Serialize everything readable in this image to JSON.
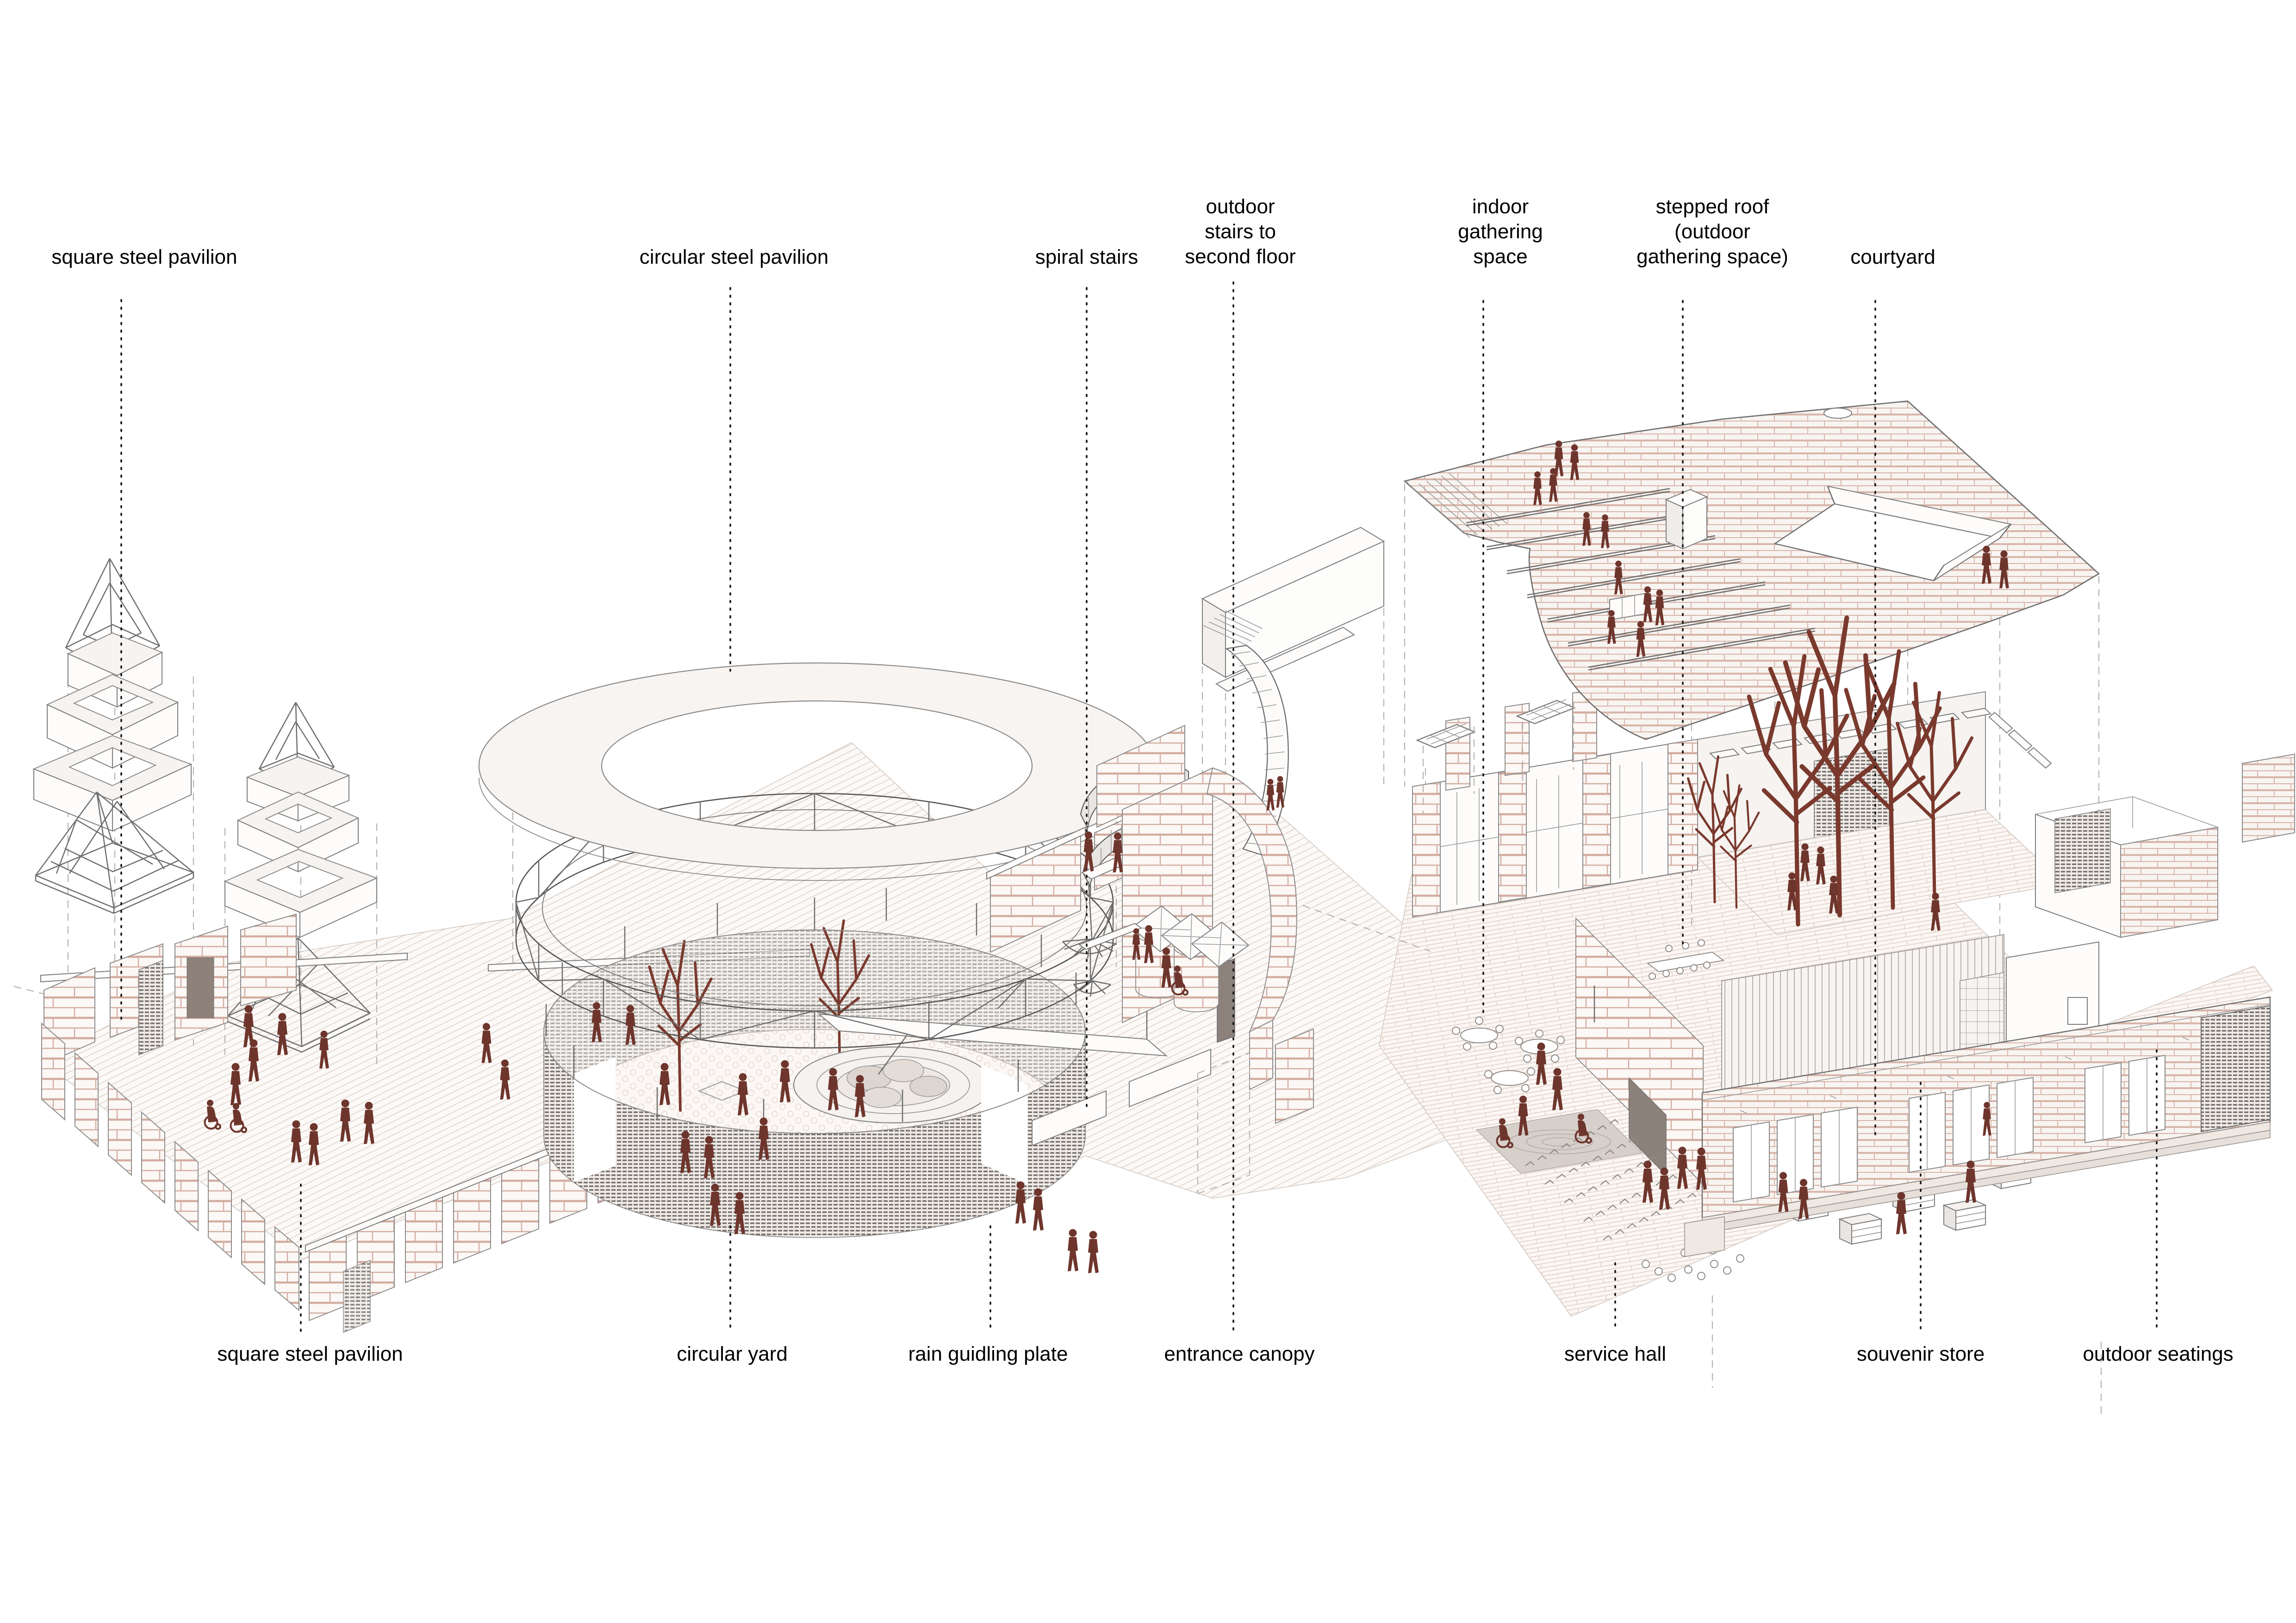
{
  "diagram": {
    "type": "exploded-axonometric-architecture-diagram",
    "palette_note": "white background, fine gray linework, light pink brick hatching, dark maroon human figures and bare trees"
  },
  "colors": {
    "background": "#ffffff",
    "label_text": "#000000",
    "figure": "#6e352c",
    "tree": "#7a392d",
    "brick": "#cfa89c",
    "line": "#5a5a5a",
    "paving": "#e2d6cf"
  },
  "labels": {
    "top": [
      {
        "text": "square steel pavilion"
      },
      {
        "text": "circular steel pavilion"
      },
      {
        "text": "spiral stairs"
      },
      {
        "lines": [
          "outdoor",
          "stairs to",
          "second floor"
        ]
      },
      {
        "lines": [
          "indoor",
          "gathering",
          "space"
        ]
      },
      {
        "lines": [
          "stepped roof",
          "(outdoor",
          "gathering space)"
        ]
      },
      {
        "text": "courtyard"
      }
    ],
    "bottom": [
      {
        "text": "square steel pavilion"
      },
      {
        "text": "circular yard"
      },
      {
        "text": "rain guidling plate"
      },
      {
        "text": "entrance canopy"
      },
      {
        "text": "service hall"
      },
      {
        "text": "souvenir store"
      },
      {
        "text": "outdoor seatings"
      }
    ]
  }
}
